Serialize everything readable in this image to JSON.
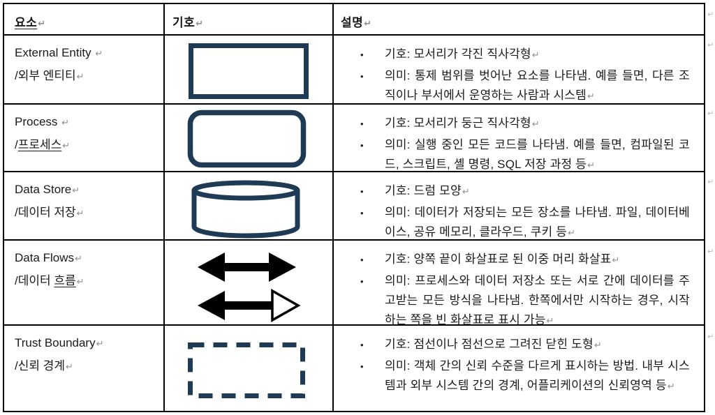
{
  "marks": {
    "paragraph": "↵",
    "bullet": "•",
    "row_end": "↵"
  },
  "colors": {
    "shape_outline_navy": "#1f3a55",
    "arrow_black": "#000000",
    "table_border": "#000000",
    "text": "#1a1a1a",
    "formatting_mark_gray": "#8f8f8f"
  },
  "table": {
    "headers": [
      {
        "label": "요소",
        "underline": true
      },
      {
        "label": "기호",
        "underline": false
      },
      {
        "label": "설명",
        "underline": false
      }
    ],
    "rows": [
      {
        "symbol": "sharp-cornered-rectangle",
        "element": {
          "lines": [
            [
              {
                "t": "External Entity ",
                "u": false
              }
            ],
            [
              {
                "t": "/외부 엔티티",
                "u": false
              }
            ]
          ]
        },
        "bullets": [
          "기호: 모서리가 각진 직사각형",
          "의미: 통제 범위를 벗어난 요소를 나타냄. 예를 들면, 다른 조직이나 부서에서 운영하는 사람과 시스템"
        ]
      },
      {
        "symbol": "rounded-rectangle",
        "element": {
          "lines": [
            [
              {
                "t": "Process ",
                "u": false
              }
            ],
            [
              {
                "t": "/",
                "u": false
              },
              {
                "t": "프로세스",
                "u": true
              }
            ]
          ]
        },
        "bullets": [
          "기호: 모서리가 둥근 직사각형",
          "의미: 실행 중인 모든 코드를 나타냄. 예를 들면, 컴파일된 코드, 스크립트, 셸 명령, SQL 저장 과정 등"
        ]
      },
      {
        "symbol": "drum-cylinder",
        "element": {
          "lines": [
            [
              {
                "t": "Data Store",
                "u": false
              }
            ],
            [
              {
                "t": "/데이터 저장",
                "u": false
              }
            ]
          ]
        },
        "bullets": [
          "기호: 드럼 모양",
          "의미: 데이터가 저장되는 모든 장소를 나타냄. 파일, 데이터베이스, 공유 메모리, 클라우드, 쿠키 등"
        ]
      },
      {
        "symbol": "double-headed-arrows",
        "element": {
          "lines": [
            [
              {
                "t": "Data Flows",
                "u": false
              }
            ],
            [
              {
                "t": "/데이터 ",
                "u": false
              },
              {
                "t": "흐름",
                "u": true
              }
            ]
          ]
        },
        "bullets": [
          "기호: 양쪽 끝이 화살표로 된 이중 머리 화살표",
          "의미: 프로세스와 데이터 저장소 또는 서로 간에 데이터를 주고받는 모든 방식을 나타냄. 한쪽에서만 시작하는 경우, 시작하는 쪽을 빈 화살표로 표시 가능"
        ]
      },
      {
        "symbol": "dashed-rectangle",
        "element": {
          "lines": [
            [
              {
                "t": "Trust Boundary",
                "u": false
              }
            ],
            [
              {
                "t": "/신뢰 경계",
                "u": false
              }
            ]
          ]
        },
        "bullets": [
          "기호: 점선이나 점선으로 그려진 닫힌 도형",
          "의미: 객체 간의 신뢰 수준을 다르게 표시하는 방법. 내부 시스템과 외부 시스템 간의 경계, 어플리케이션의 신뢰영역 등"
        ]
      }
    ]
  }
}
